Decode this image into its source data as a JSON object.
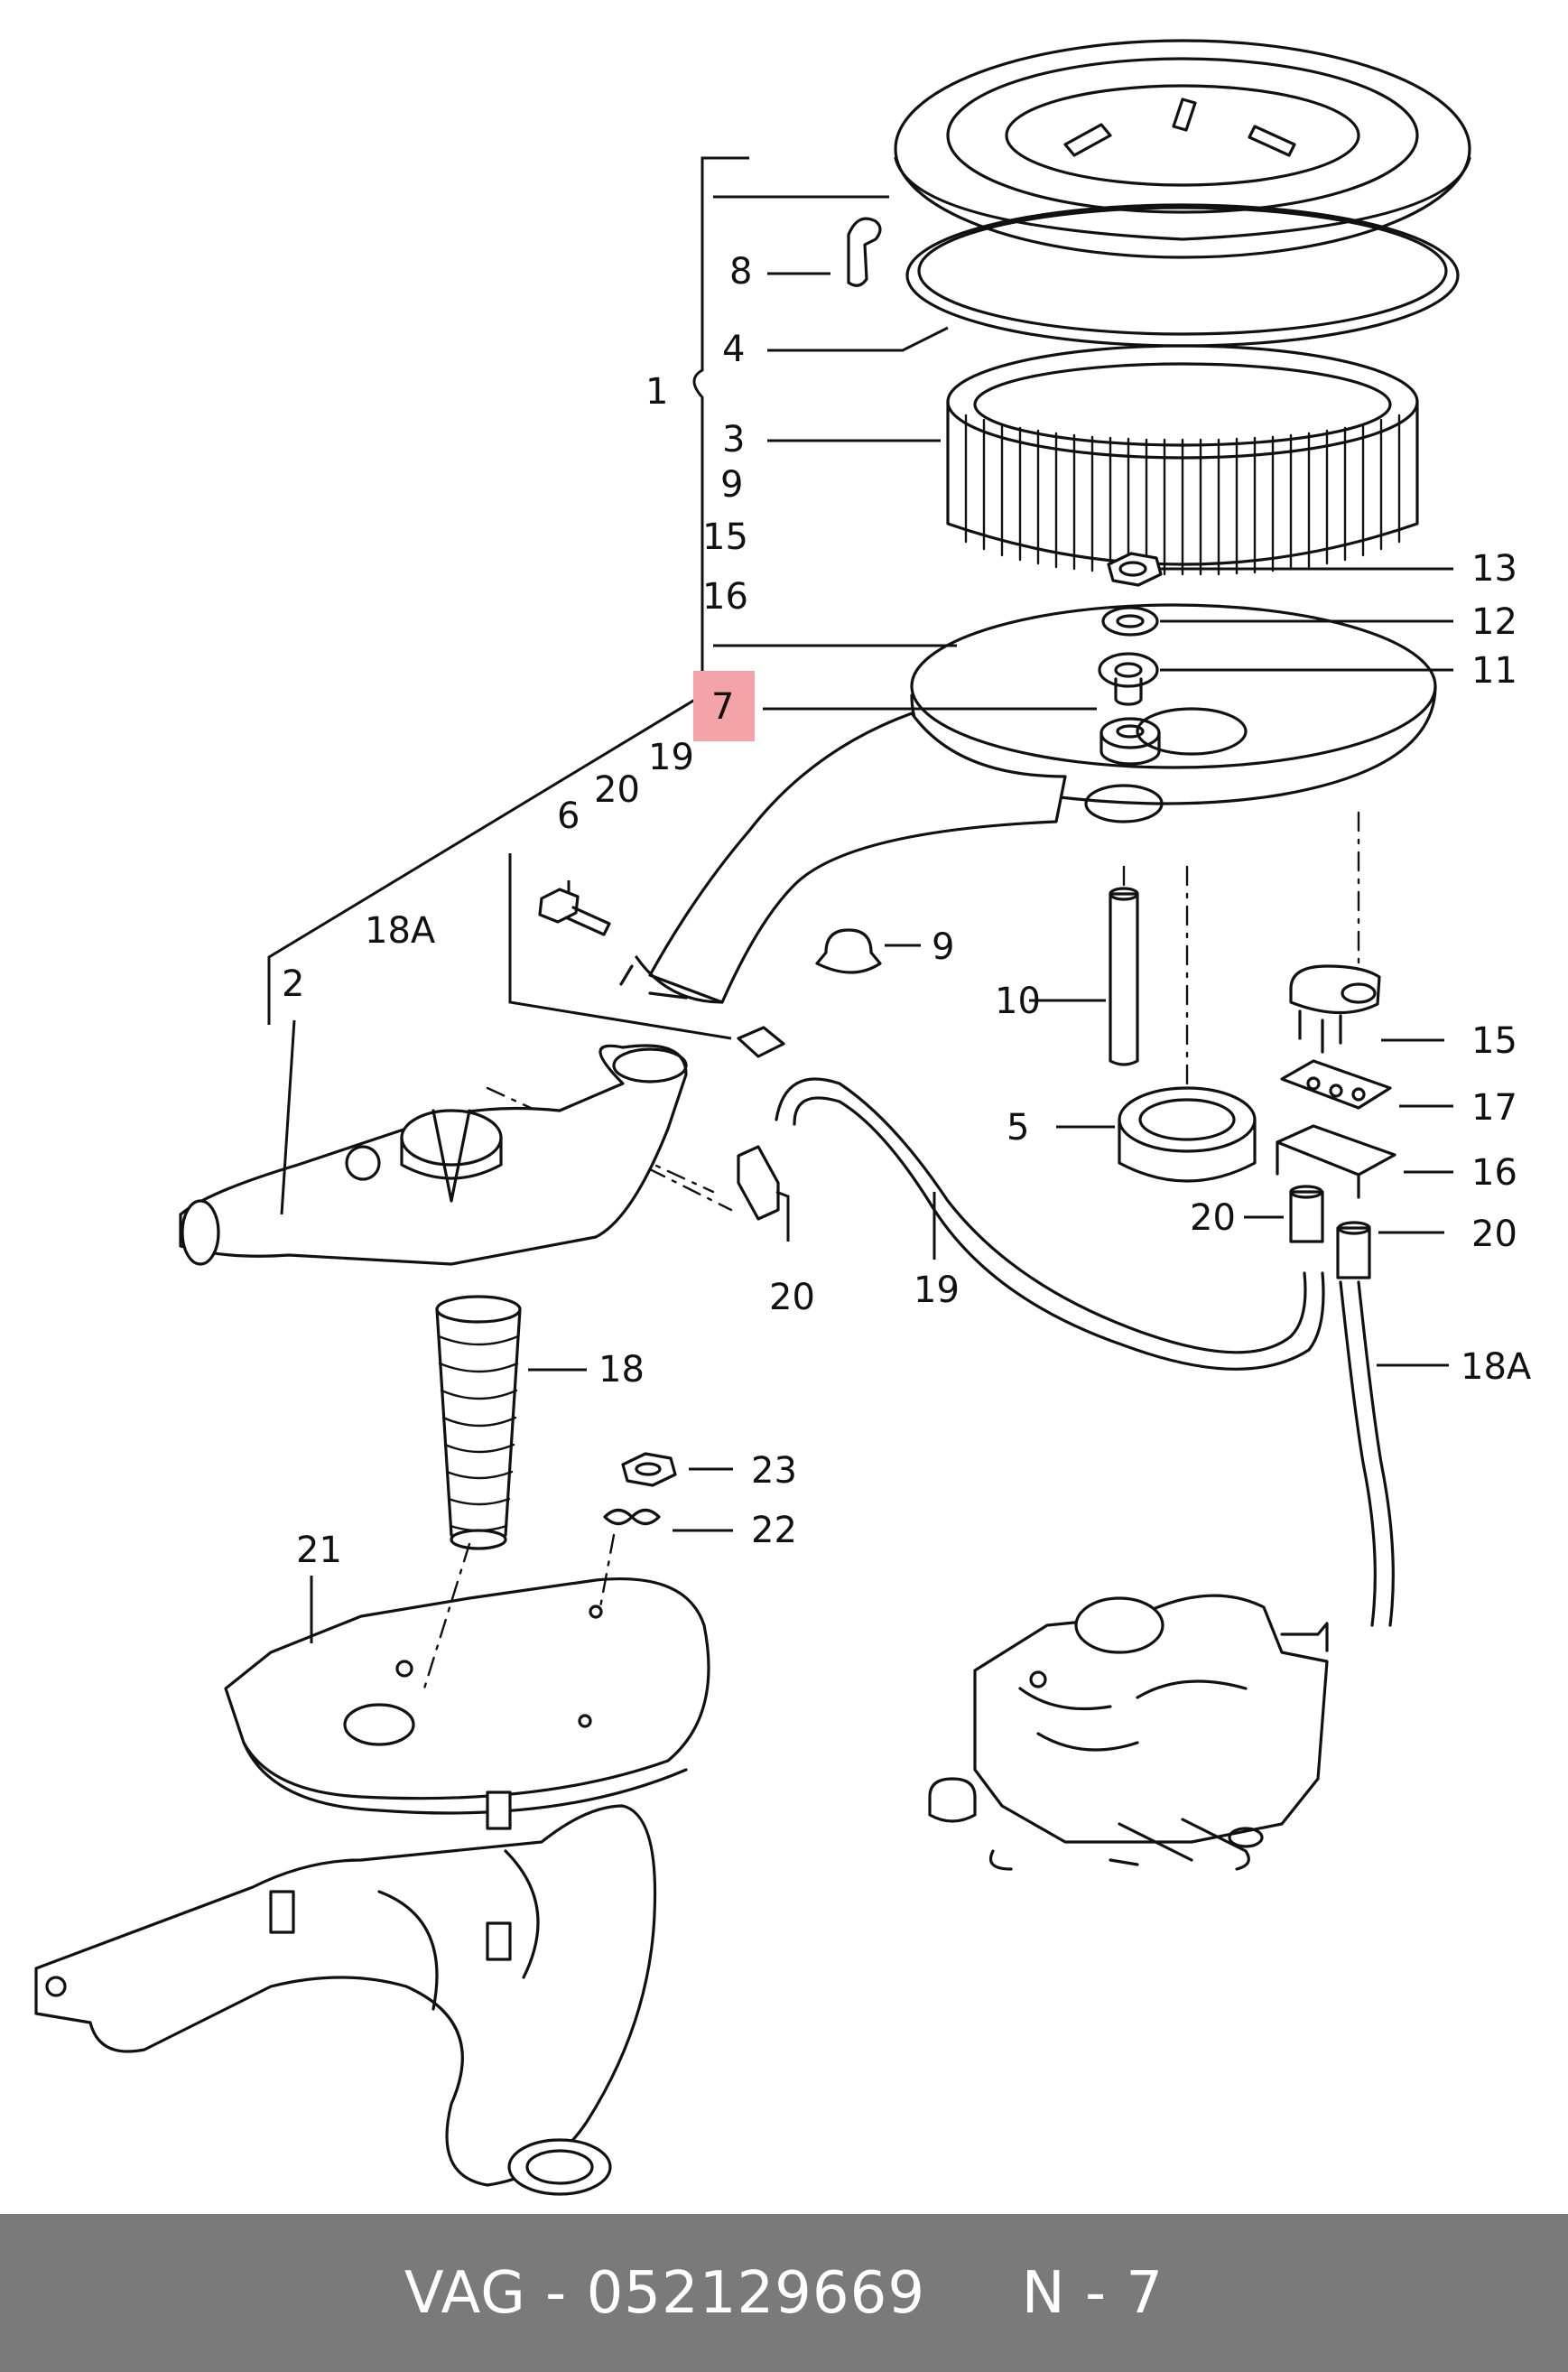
{
  "labels": {
    "p1": "1",
    "p2": "2",
    "p3": "3",
    "p4": "4",
    "p5": "5",
    "p6": "6",
    "p7": "7",
    "p8": "8",
    "p9a": "9",
    "p9b": "9",
    "p10": "10",
    "p11": "11",
    "p12": "12",
    "p13": "13",
    "p15a": "15",
    "p15b": "15",
    "p16a": "16",
    "p16b": "16",
    "p17": "17",
    "p18": "18",
    "p18a_a": "18A",
    "p18a_b": "18A",
    "p19a": "19",
    "p19b": "19",
    "p20a": "20",
    "p20b": "20",
    "p20c": "20",
    "p20d": "20",
    "p21": "21",
    "p22": "22",
    "p23": "23"
  },
  "highlight": {
    "part": "7",
    "color": "#f4a3a8"
  },
  "footer": {
    "brand": "VAG",
    "sep": " - ",
    "part_number": "052129669",
    "gap": "     ",
    "position": "N - 7"
  }
}
